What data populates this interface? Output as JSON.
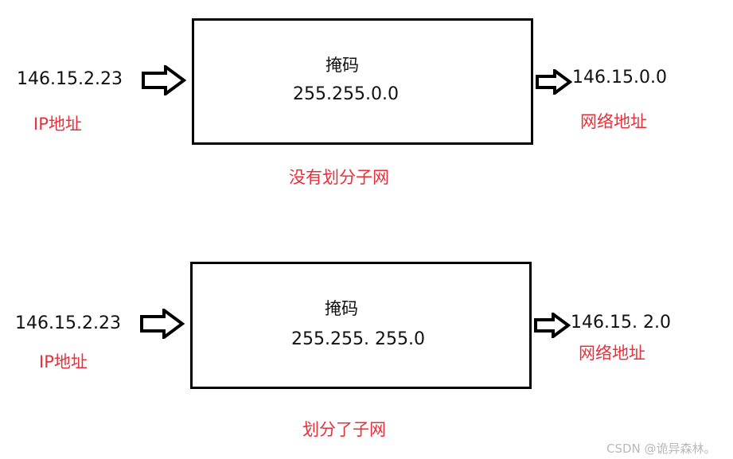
{
  "top": {
    "input_ip": "146.15.2.23",
    "input_label": "IP地址",
    "mask_title": "掩码",
    "mask_value": "255.255.0.0",
    "output_ip": "146.15.0.0",
    "output_label": "网络地址",
    "caption": "没有划分子网"
  },
  "bottom": {
    "input_ip": "146.15.2.23",
    "input_label": "IP地址",
    "mask_title": "掩码",
    "mask_value": "255.255. 255.0",
    "output_ip": "146.15. 2.0",
    "output_label": "网络地址",
    "caption": "划分了子网"
  },
  "watermark": "CSDN @诡异森林。",
  "colors": {
    "label_red": "#e8303a",
    "text_black": "#111111",
    "border": "#000000"
  },
  "icons": [
    "right-arrow-icon",
    "right-arrow-icon",
    "right-arrow-icon",
    "right-arrow-icon"
  ]
}
